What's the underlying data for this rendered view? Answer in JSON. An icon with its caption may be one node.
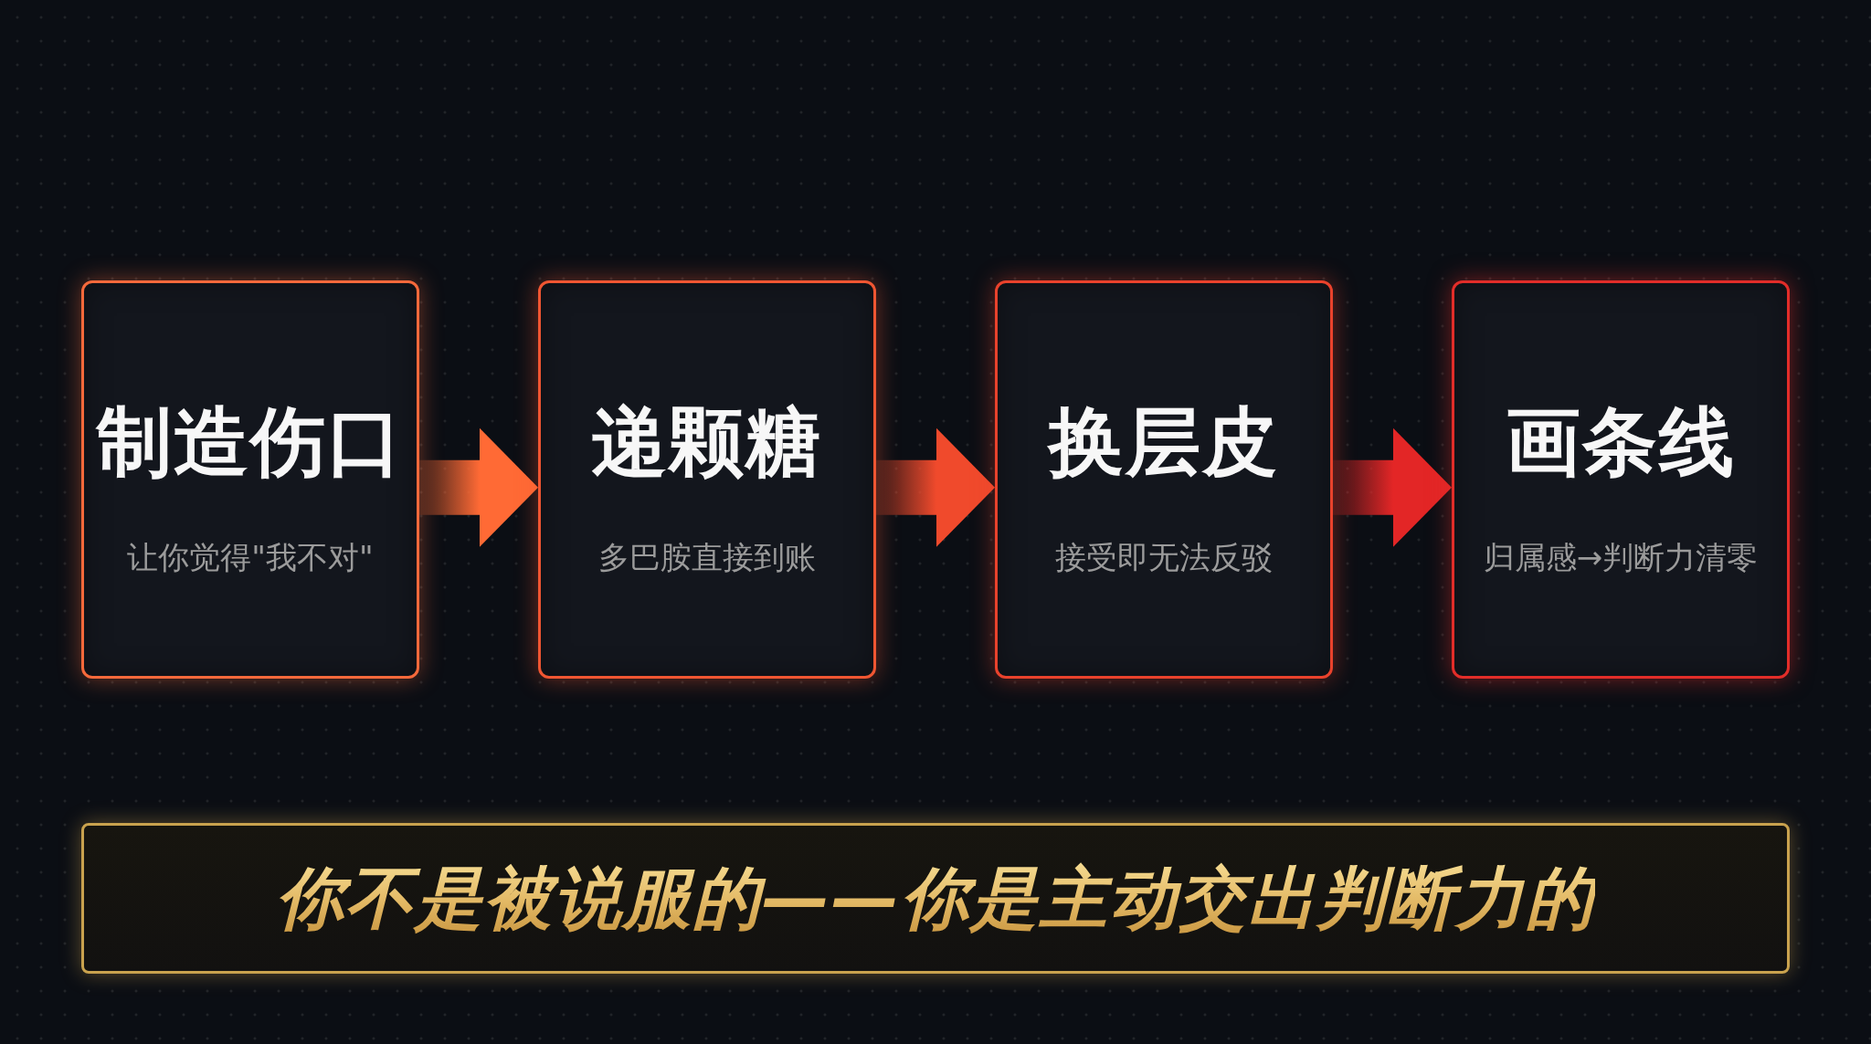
{
  "diagram": {
    "nodes": [
      {
        "text": [
          "制造伤口",
          "让你觉得\"我不对\""
        ]
      },
      {
        "text": [
          "递颗糖",
          "多巴胺直接到账"
        ]
      },
      {
        "text": [
          "换层皮",
          "接受即无法反驳"
        ]
      },
      {
        "text": [
          "画条线",
          "归属感→判断力清零"
        ]
      },
      {
        "text": [
          "你不是被说服的——你是主动交出判断力的"
        ]
      }
    ],
    "edges": [
      {
        "from": 0,
        "to": 1,
        "arrow": "to",
        "color": "#ff6a35"
      },
      {
        "from": 1,
        "to": 2,
        "arrow": "to",
        "color": "#f04a2c"
      },
      {
        "from": 2,
        "to": 3,
        "arrow": "to",
        "color": "#e32626"
      }
    ]
  }
}
